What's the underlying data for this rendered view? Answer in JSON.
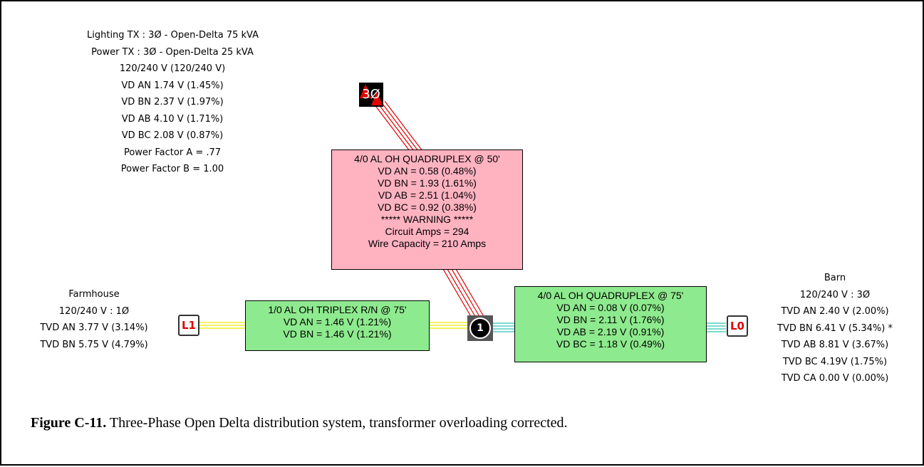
{
  "transformer_info": [
    "Lighting TX : 3Ø - Open-Delta 75 kVA",
    "Power TX : 3Ø - Open-Delta 25 kVA",
    "120/240 V (120/240 V)",
    "VD AN 1.74 V (1.45%)",
    "VD BN 2.37 V (1.97%)",
    "VD AB 4.10 V (1.71%)",
    "VD BC 2.08 V (0.87%)",
    "Power Factor A = .77",
    "Power Factor B = 1.00"
  ],
  "transformer_node": {
    "label": "3Ø",
    "icon": "red-triangle-icon",
    "color": "#e00000"
  },
  "upper_conductor": [
    "4/0 AL OH QUADRUPLEX @ 50'",
    "VD AN = 0.58 (0.48%)",
    "VD BN = 1.93 (1.61%)",
    "VD AB = 2.51 (1.04%)",
    "VD BC = 0.92 (0.38%)",
    "***** WARNING *****",
    "Circuit Amps = 294",
    "Wire Capacity = 210 Amps"
  ],
  "farmhouse": {
    "lines": [
      "Farmhouse",
      "120/240 V : 1Ø",
      "TVD AN 3.77 V (3.14%)",
      "TVD BN 5.75 V (4.79%)"
    ],
    "node_label": "L1"
  },
  "left_conductor": [
    "1/0 AL OH TRIPLEX R/N @ 75'",
    "VD AN = 1.46 V (1.21%)",
    "VD BN = 1.46 V (1.21%)"
  ],
  "junction_node": {
    "label": "1"
  },
  "right_conductor": [
    "4/0 AL OH QUADRUPLEX @ 75'",
    "VD AN = 0.08 V (0.07%)",
    "VD BN = 2.11 V (1.76%)",
    "VD AB = 2.19 V (0.91%)",
    "VD BC = 1.18 V (0.49%)"
  ],
  "barn": {
    "lines": [
      "Barn",
      "120/240 V : 3Ø",
      "TVD AN 2.40 V (2.00%)",
      "TVD BN 6.41 V (5.34%) *",
      "TVD AB 8.81 V (3.67%)",
      "TVD BC 4.19V  (1.75%)",
      "TVD CA 0.00 V (0.00%)"
    ],
    "node_label": "L0"
  },
  "caption": {
    "label": "Figure C-11.",
    "text": " Three-Phase Open Delta distribution system, transformer overloading corrected."
  },
  "colors": {
    "warning_box": "#ffb3c1",
    "ok_box": "#8eea8e",
    "wire_red": "#e00000",
    "wire_yellow": "#f2e600",
    "wire_cyan": "#2ec4b6"
  }
}
